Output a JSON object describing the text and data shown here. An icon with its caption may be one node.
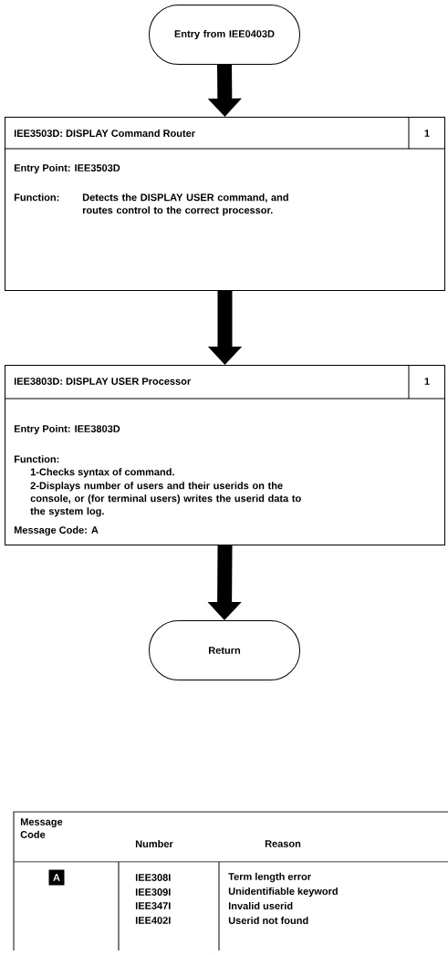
{
  "diagram": {
    "nodes": [
      {
        "text": [
          "Entry from IEE0403D"
        ]
      },
      {
        "text": [
          "IEE3503D: DISPLAY Command Router",
          "1",
          "Entry Point: IEE3503D",
          "Function:",
          "Detects the DISPLAY USER command, and routes control to the correct processor."
        ]
      },
      {
        "text": [
          "IEE3803D: DISPLAY USER Processor",
          "1",
          "Entry Point: IEE3803D",
          "Function:",
          "1-Checks syntax of command.",
          "2-Displays number of users and their userids on the console, or (for terminal users) writes the userid data to the system log.",
          "Message Code: A"
        ]
      },
      {
        "text": [
          "Return"
        ]
      }
    ],
    "edges": [
      {
        "from": 0,
        "to": 1,
        "arrow": "to"
      },
      {
        "from": 1,
        "to": 2,
        "arrow": "to"
      },
      {
        "from": 2,
        "to": 3,
        "arrow": "to"
      }
    ],
    "labels": [
      "Message Code",
      "Number",
      "Reason",
      "A",
      "IEE308I",
      "Term length error",
      "IEE309I",
      "Unidentifiable keyword",
      "IEE347I",
      "Invalid userid",
      "IEE402I",
      "Userid not found"
    ]
  }
}
